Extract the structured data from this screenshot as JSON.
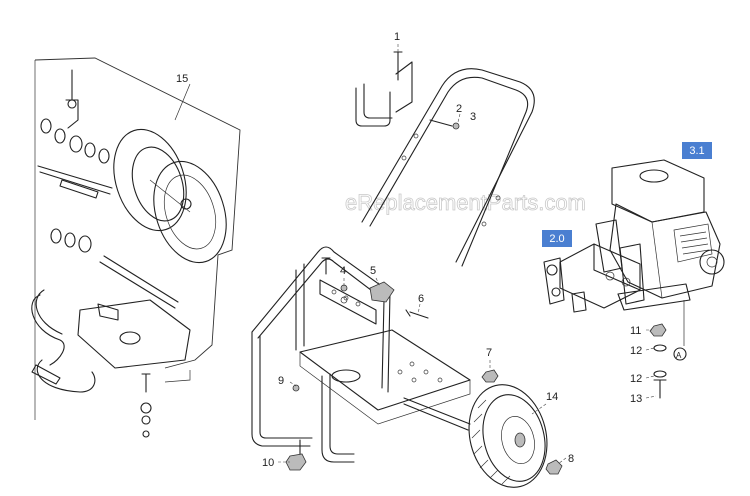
{
  "watermark": "eReplacementParts.com",
  "badges": {
    "engine": "3.1",
    "pump": "2.0"
  },
  "badge_color": "#4a7fd1",
  "callouts": {
    "c1": "1",
    "c2": "2",
    "c3": "3",
    "c4": "4",
    "c5": "5",
    "c6": "6",
    "c7": "7",
    "c8": "8",
    "c9": "9",
    "c10": "10",
    "c11": "11",
    "c12a": "12",
    "c12b": "12",
    "c13": "13",
    "c14": "14",
    "c15": "15",
    "cA": "A"
  }
}
